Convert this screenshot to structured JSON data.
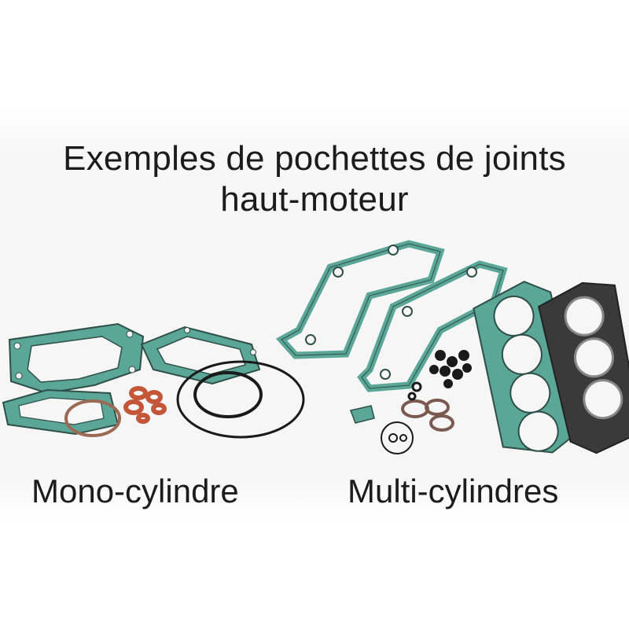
{
  "heading": {
    "line1": "Exemples de pochettes de joints",
    "line2": "haut-moteur"
  },
  "captions": {
    "mono": "Mono-cylindre",
    "multi": "Multi-cylindres"
  },
  "colors": {
    "gasket_teal": "#4f9f93",
    "gasket_outline": "#2f4f49",
    "head_gasket_dark": "#3a3a3a",
    "seal_orange": "#c4573a",
    "oring_black": "#1a1a1a",
    "text": "#1c1c1c"
  }
}
